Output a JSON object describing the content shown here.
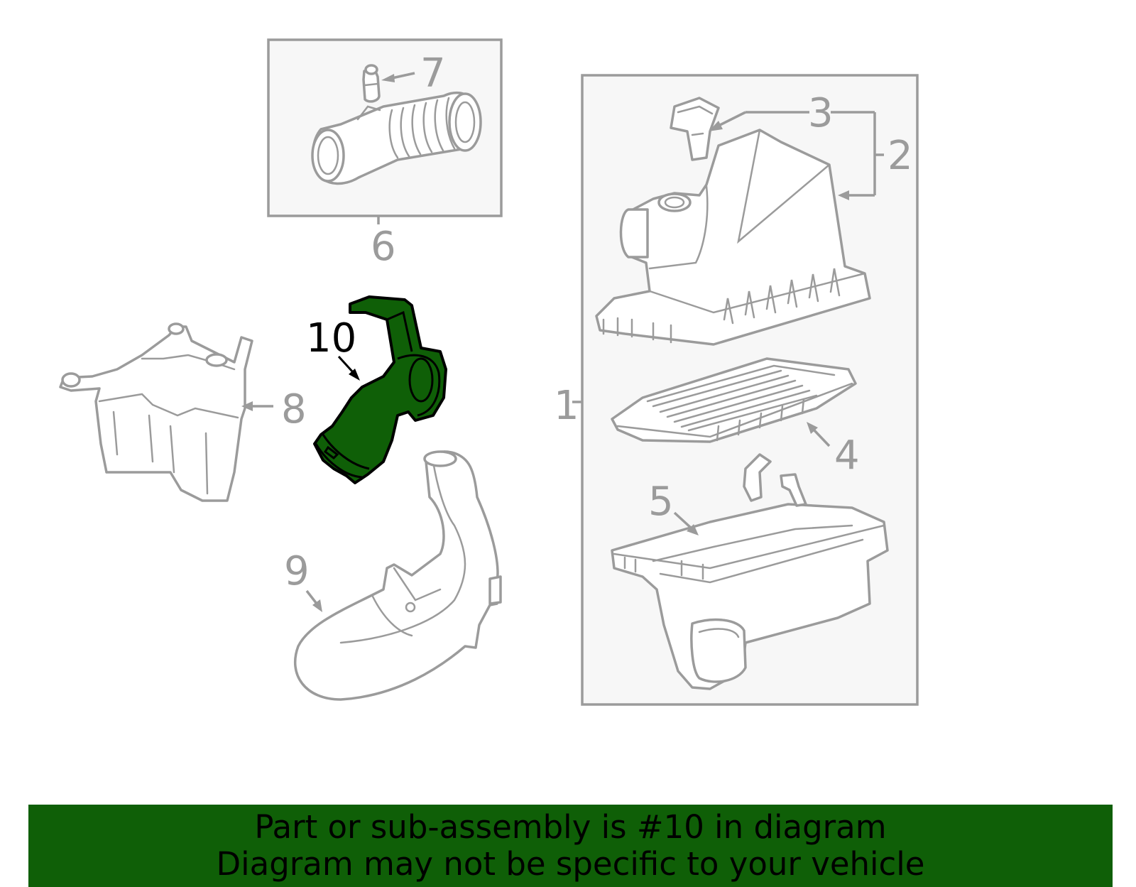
{
  "callouts": {
    "c1": "1",
    "c2": "2",
    "c3": "3",
    "c4": "4",
    "c5": "5",
    "c6": "6",
    "c7": "7",
    "c8": "8",
    "c9": "9",
    "c10": "10"
  },
  "highlight_part": "10",
  "colors": {
    "highlight_fill": "#0f5f07",
    "line_gray": "#9b9b9b",
    "banner_bg": "#0f5f07"
  },
  "banner": {
    "line1": "Part or sub-assembly is #10 in diagram",
    "line2": "Diagram may not be specific to your vehicle"
  }
}
